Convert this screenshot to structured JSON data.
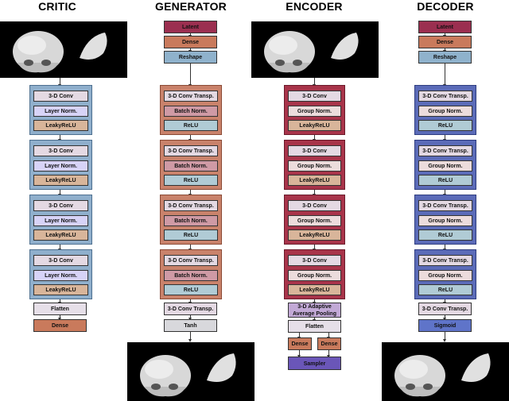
{
  "titles": {
    "critic": "CRITIC",
    "generator": "GENERATOR",
    "encoder": "ENCODER",
    "decoder": "DECODER"
  },
  "critic": {
    "blocks": [
      [
        "3-D Conv",
        "Layer Norm.",
        "LeakyReLU"
      ],
      [
        "3-D Conv",
        "Layer Norm.",
        "LeakyReLU"
      ],
      [
        "3-D Conv",
        "Layer Norm.",
        "LeakyReLU"
      ],
      [
        "3-D Conv",
        "Layer Norm.",
        "LeakyReLU"
      ]
    ],
    "flatten": "Flatten",
    "dense": "Dense"
  },
  "generator": {
    "latent": "Latent",
    "dense": "Dense",
    "reshape": "Reshape",
    "blocks": [
      [
        "3-D Conv Transp.",
        "Batch Norm.",
        "ReLU"
      ],
      [
        "3-D Conv Transp.",
        "Batch Norm.",
        "ReLU"
      ],
      [
        "3-D Conv Transp.",
        "Batch Norm.",
        "ReLU"
      ],
      [
        "3-D Conv Transp.",
        "Batch Norm.",
        "ReLU"
      ]
    ],
    "final_conv": "3-D Conv Transp.",
    "final_act": "Tanh"
  },
  "encoder": {
    "blocks": [
      [
        "3-D Conv",
        "Group Norm.",
        "LeakyReLU"
      ],
      [
        "3-D Conv",
        "Group Norm.",
        "LeakyReLU"
      ],
      [
        "3-D Conv",
        "Group Norm.",
        "LeakyReLU"
      ],
      [
        "3-D Conv",
        "Group Norm.",
        "LeakyReLU"
      ]
    ],
    "pooling_line1": "3-D Adaptive",
    "pooling_line2": "Average Pooling",
    "flatten": "Flatten",
    "dense_left": "Dense",
    "dense_right": "Dense",
    "sampler": "Sampler"
  },
  "decoder": {
    "latent": "Latent",
    "dense": "Dense",
    "reshape": "Reshape",
    "blocks": [
      [
        "3-D Conv Transp.",
        "Group Norm.",
        "ReLU"
      ],
      [
        "3-D Conv Transp.",
        "Group Norm.",
        "ReLU"
      ],
      [
        "3-D Conv Transp.",
        "Group Norm.",
        "ReLU"
      ],
      [
        "3-D Conv Transp.",
        "Group Norm.",
        "ReLU"
      ]
    ],
    "final_conv": "3-D Conv Transp.",
    "final_act": "Sigmoid"
  },
  "colors": {
    "critic_group": "#8fafcc",
    "generator_group": "#c9826b",
    "encoder_group": "#a8344a",
    "decoder_group": "#5b6bb8",
    "conv": "#e4d9e3",
    "norm_purple": "#d7d3f7",
    "norm_batch": "#cf9aa5",
    "norm_group": "#ecdcdc",
    "act_tan": "#d8b59a",
    "act_relu": "#b0cbd5",
    "latent": "#9b2f50",
    "dense": "#c97a5c",
    "reshape": "#8fb2cc",
    "flatten": "#e6dfe8",
    "pool": "#c2a9d6",
    "sampler": "#6a56b8",
    "sigmoid": "#5f74c9",
    "tanh": "#d8d8dc"
  }
}
